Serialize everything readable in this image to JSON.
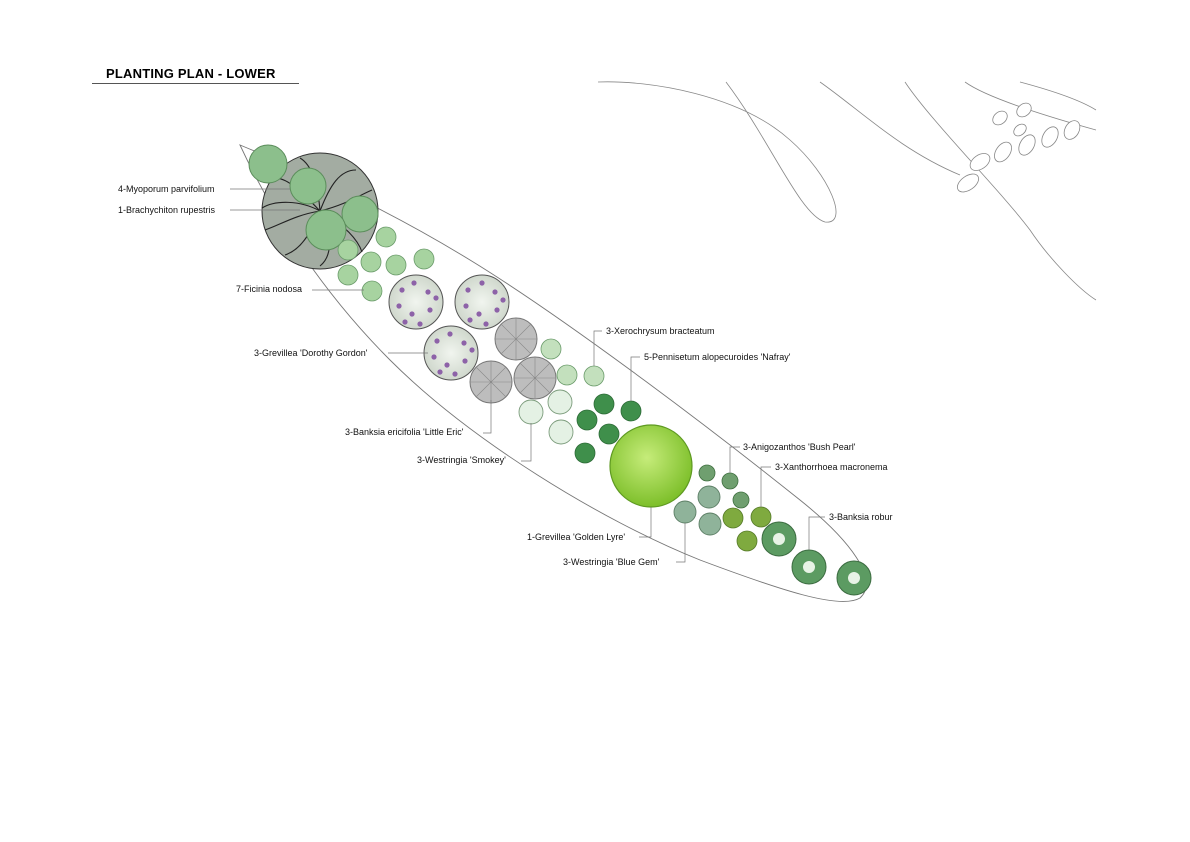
{
  "title": "PLANTING PLAN - LOWER",
  "labels": [
    "4-Myoporum parvifolium",
    "1-Brachychiton rupestris",
    "7-Ficinia nodosa",
    "3-Grevillea 'Dorothy Gordon'",
    "3-Banksia ericifolia 'Little Eric'",
    "3-Westringia 'Smokey'",
    "3-Xerochrysum bracteatum",
    "5-Pennisetum alopecuroides 'Nafray'",
    "3-Anigozanthos 'Bush Pearl'",
    "3-Xanthorrhoea macronema",
    "3-Banksia robur",
    "1-Grevillea 'Golden Lyre'",
    "3-Westringia 'Blue Gem'"
  ],
  "colors": {
    "tree_canopy": "#9aa59a",
    "myoporum": "#8cbf8c",
    "ficinia": "#a7d3a0",
    "grevillea_dg": "#d7dfd4",
    "grevillea_dots": "#8d62a8",
    "banksia_ericifolia": "#bdbdbd",
    "westringia_smokey": "#e4f1e4",
    "xerochrysum": "#c3e0bd",
    "pennisetum": "#3f8f4b",
    "golden_lyre": "#8fcf3a",
    "westringia_blue_gem": "#8fb39a",
    "anigozanthos": "#6f9f6f",
    "xanthorrhoea": "#7faa3f",
    "banksia_robur": "#5c9b62"
  }
}
